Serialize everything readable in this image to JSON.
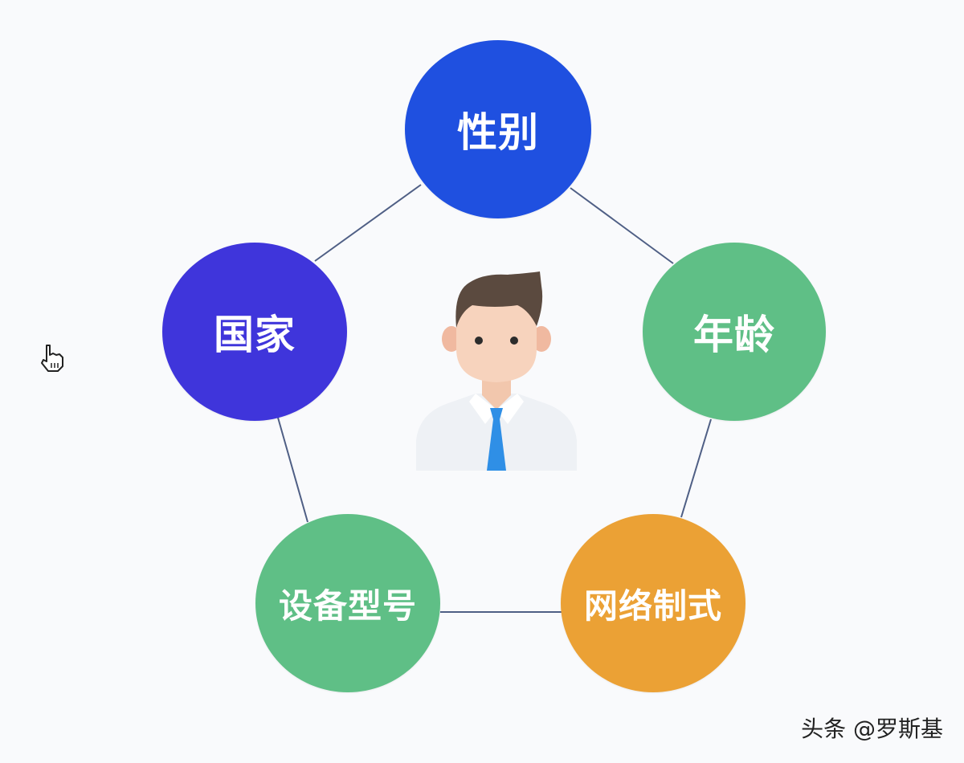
{
  "diagram": {
    "center_icon": "businessman-avatar-icon",
    "nodes": [
      {
        "id": "gender",
        "label": "性别",
        "color": "#1f50e0"
      },
      {
        "id": "age",
        "label": "年龄",
        "color": "#5fbf86"
      },
      {
        "id": "network",
        "label": "网络制式",
        "color": "#eba135"
      },
      {
        "id": "device",
        "label": "设备型号",
        "color": "#5fbf86"
      },
      {
        "id": "country",
        "label": "国家",
        "color": "#3f35db"
      }
    ],
    "edges": [
      [
        "gender",
        "age"
      ],
      [
        "age",
        "network"
      ],
      [
        "network",
        "device"
      ],
      [
        "device",
        "country"
      ],
      [
        "country",
        "gender"
      ]
    ],
    "line_color": "#4f5f85"
  },
  "cursor_icon": "hand-pointer-icon",
  "watermark": "头条 @罗斯基"
}
